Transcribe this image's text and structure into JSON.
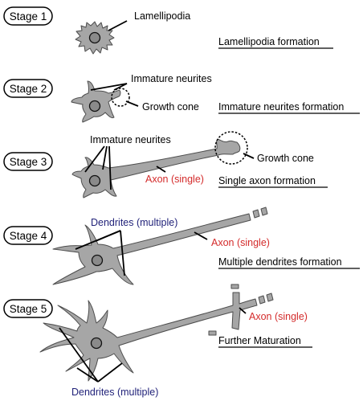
{
  "colors": {
    "cell_fill": "#a6a6a6",
    "cell_outline": "#4d4d4d",
    "nucleus": "#8a8a8a",
    "axon_label": "#d42b2b",
    "dendrite_label": "#22237a"
  },
  "stages": [
    {
      "badge": "Stage 1",
      "title": "Lamellipodia formation",
      "labels": {
        "lamellipodia": "Lamellipodia"
      }
    },
    {
      "badge": "Stage 2",
      "title": "Immature neurites formation",
      "labels": {
        "neurites": "Immature neurites",
        "growth_cone": "Growth cone"
      }
    },
    {
      "badge": "Stage 3",
      "title": "Single axon formation",
      "labels": {
        "neurites": "Immature neurites",
        "growth_cone": "Growth cone",
        "axon": "Axon (single)"
      }
    },
    {
      "badge": "Stage 4",
      "title": "Multiple dendrites formation",
      "labels": {
        "dendrites": "Dendrites (multiple)",
        "axon": "Axon (single)"
      }
    },
    {
      "badge": "Stage 5",
      "title": "Further Maturation",
      "labels": {
        "axon": "Axon (single)",
        "dendrites": "Dendrites (multiple)"
      }
    }
  ]
}
